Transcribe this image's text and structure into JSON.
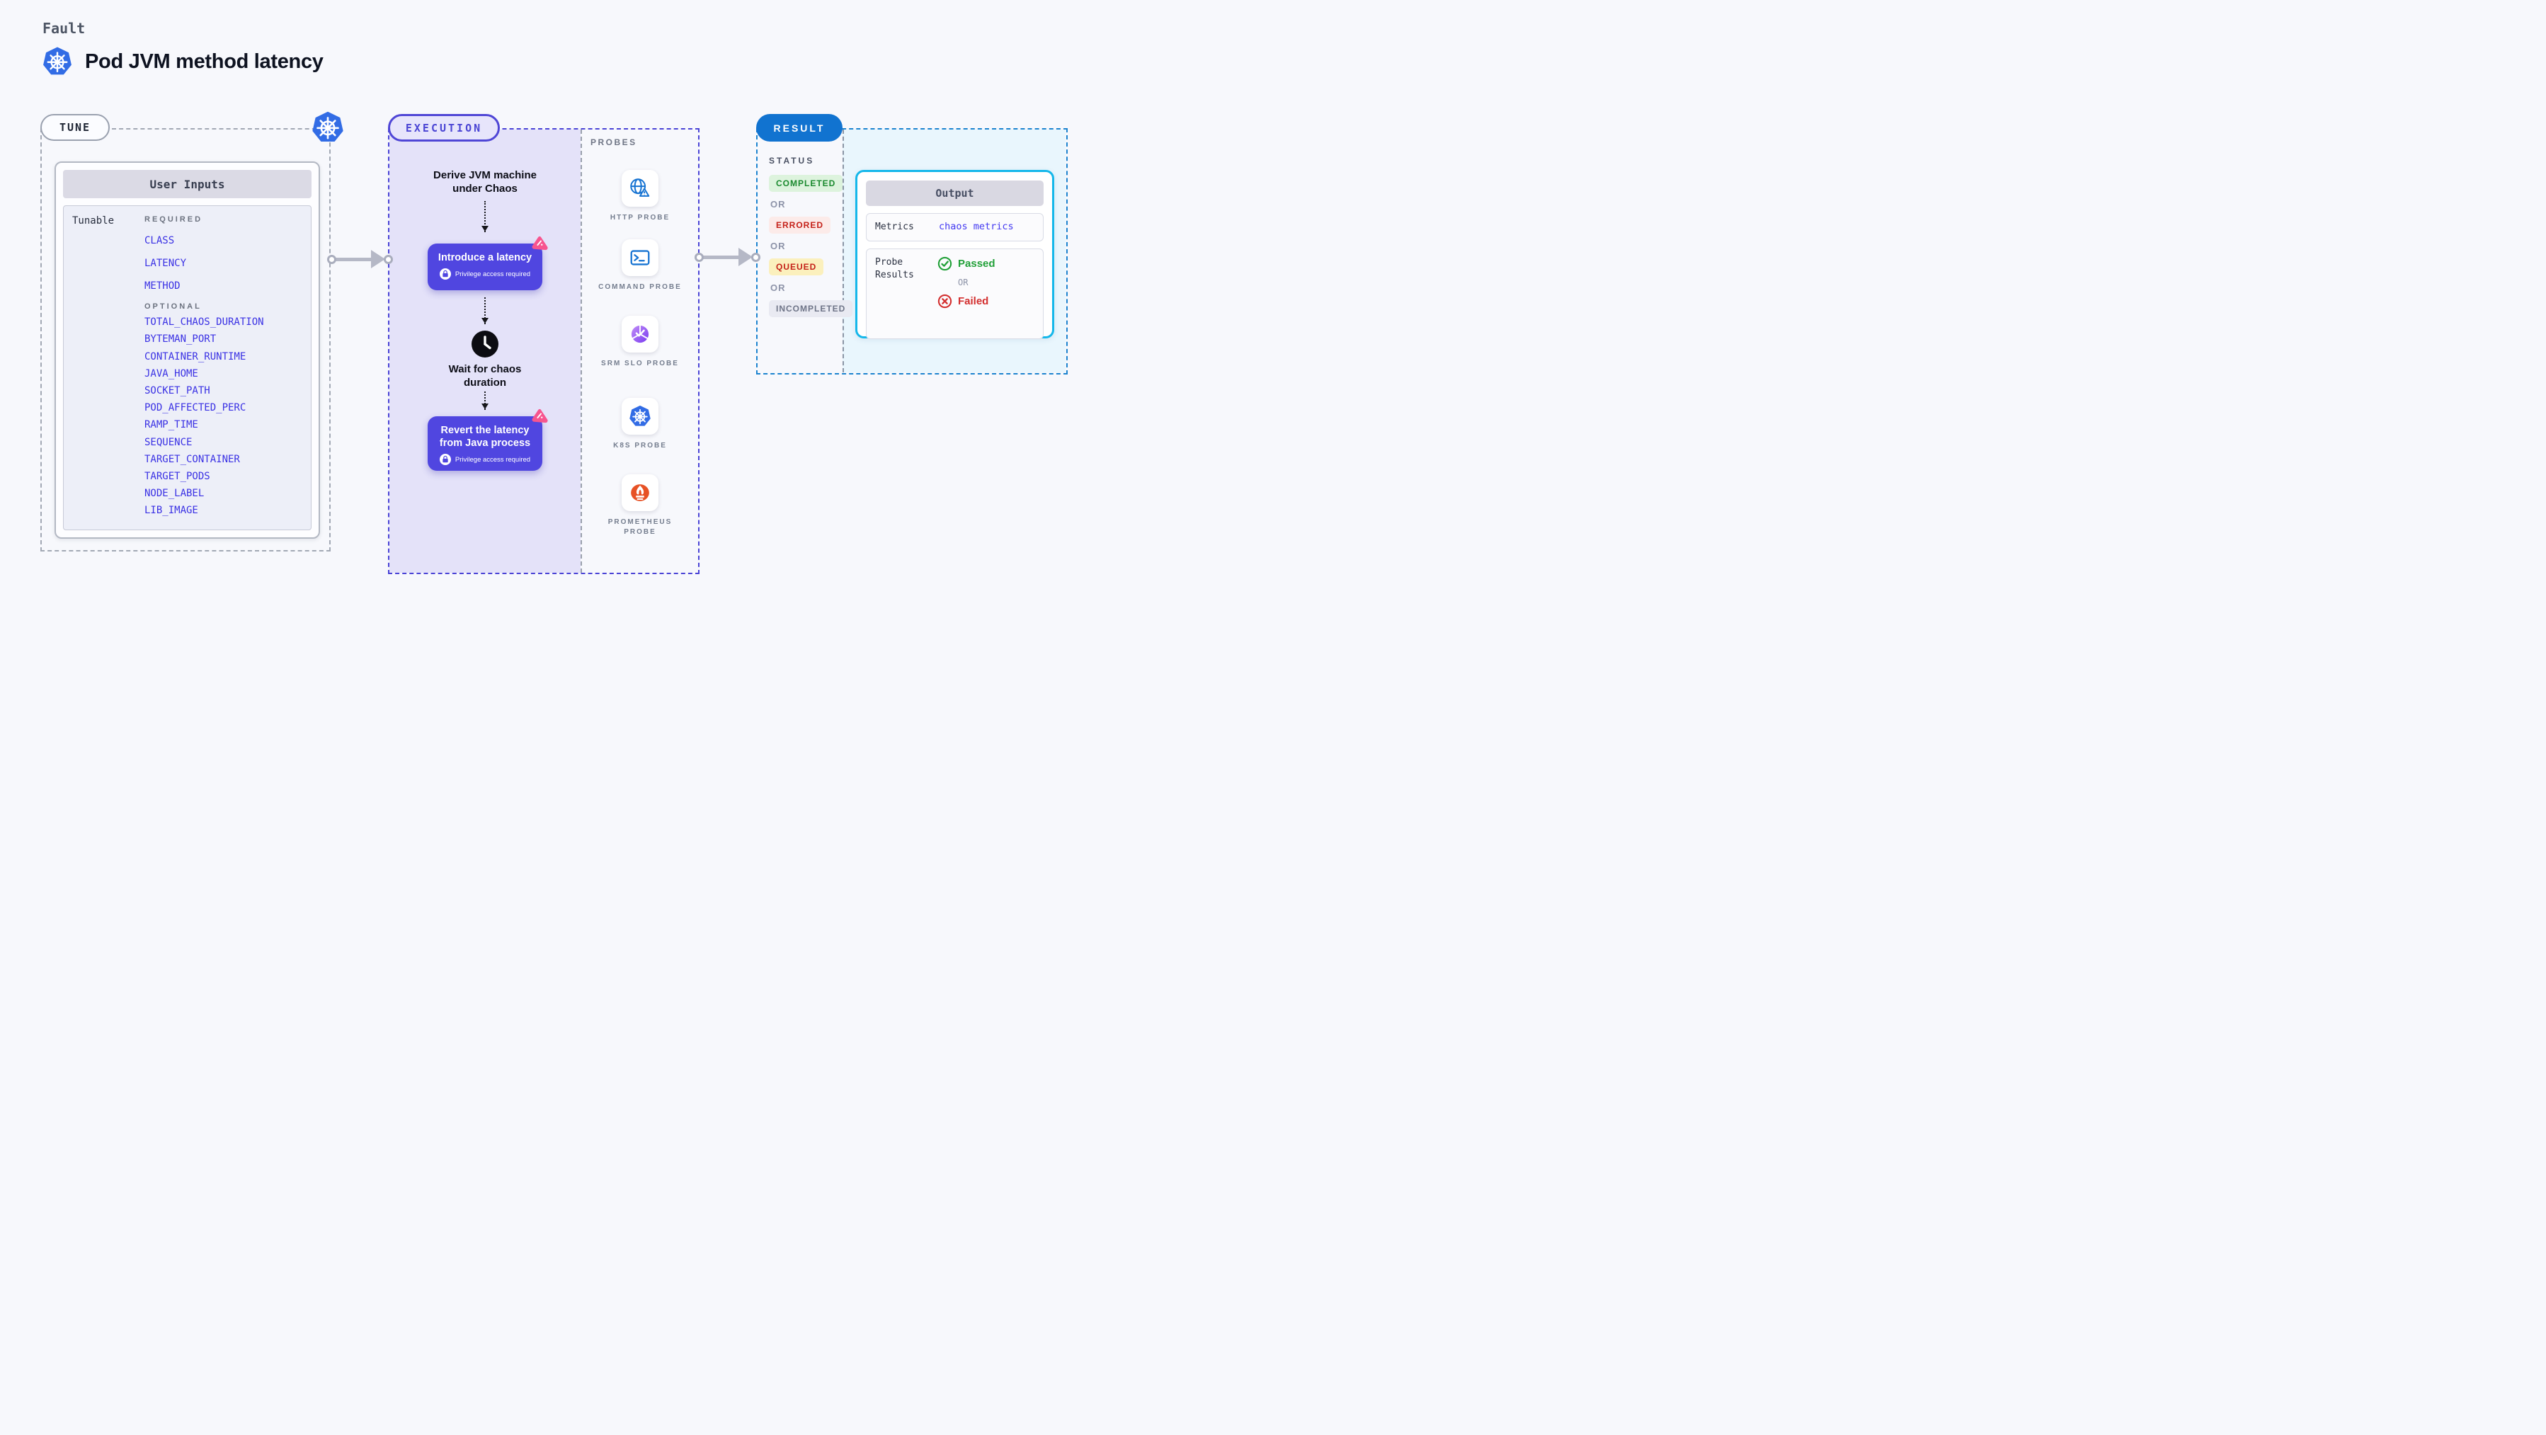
{
  "header": {
    "fault_label": "Fault",
    "title": "Pod JVM method latency"
  },
  "tune": {
    "pill": "TUNE",
    "table_title": "User Inputs",
    "row_label": "Tunable",
    "required_label": "REQUIRED",
    "required": [
      "CLASS",
      "LATENCY",
      "METHOD"
    ],
    "optional_label": "OPTIONAL",
    "optional": [
      "TOTAL_CHAOS_DURATION",
      "BYTEMAN_PORT",
      "CONTAINER_RUNTIME",
      "JAVA_HOME",
      "SOCKET_PATH",
      "POD_AFFECTED_PERC",
      "RAMP_TIME",
      "SEQUENCE",
      "TARGET_CONTAINER",
      "TARGET_PODS",
      "NODE_LABEL",
      "LIB_IMAGE"
    ]
  },
  "execution": {
    "pill": "EXECUTION",
    "derive_step": "Derive JVM machine under Chaos",
    "introduce_step": "Introduce a latency",
    "wait_step": "Wait for chaos duration",
    "revert_step": "Revert the latency from Java process",
    "privilege_note": "Privilege access required"
  },
  "probes": {
    "label": "PROBES",
    "items": [
      {
        "name": "HTTP PROBE",
        "icon": "globe-alert-icon"
      },
      {
        "name": "COMMAND PROBE",
        "icon": "terminal-icon"
      },
      {
        "name": "SRM SLO PROBE",
        "icon": "slo-gauge-icon"
      },
      {
        "name": "K8S PROBE",
        "icon": "kubernetes-icon"
      },
      {
        "name": "PROMETHEUS PROBE",
        "icon": "prometheus-icon"
      }
    ]
  },
  "result": {
    "pill": "RESULT",
    "status_label": "STATUS",
    "or_label": "OR",
    "statuses": [
      {
        "label": "COMPLETED",
        "kind": "completed"
      },
      {
        "label": "ERRORED",
        "kind": "errored"
      },
      {
        "label": "QUEUED",
        "kind": "queued"
      },
      {
        "label": "INCOMPLETED",
        "kind": "incompleted"
      }
    ],
    "output": {
      "title": "Output",
      "metrics_label": "Metrics",
      "metrics_value": "chaos metrics",
      "probe_results_label": "Probe Results",
      "passed_label": "Passed",
      "failed_label": "Failed"
    }
  },
  "colors": {
    "page_bg": "#f7f8fc",
    "accent_indigo": "#4a43d6",
    "button_indigo": "#5046e0",
    "lavender_panel": "#e4e2f9",
    "param_link_blue": "#3a31e4",
    "result_blue": "#1173d0",
    "cyan_panel": "#e9f6fd",
    "output_border_cyan": "#14b7ea",
    "kubernetes_blue": "#326ce5",
    "probe_icon_blue": "#1673d2",
    "prometheus_orange": "#e75225",
    "pink_badge": "#f7558f",
    "passed_green": "#21a038",
    "failed_red": "#d32f2f",
    "completed_green": "#1b8a2f",
    "errored_red": "#c42018"
  }
}
